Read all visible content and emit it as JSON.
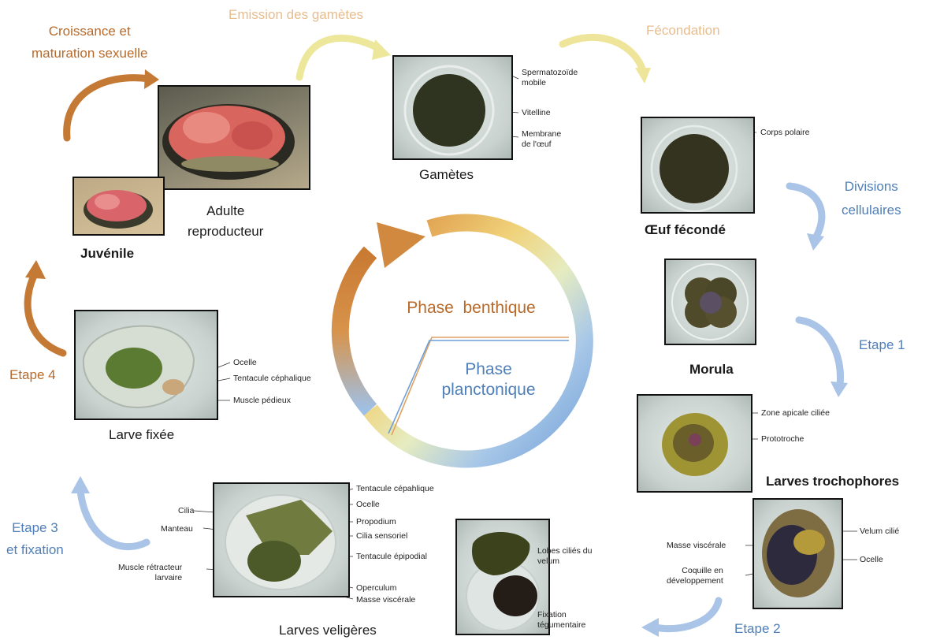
{
  "processes": {
    "croissance": "Croissance et\nmaturation sexuelle",
    "emission": "Emission des gamètes",
    "fecondation": "Fécondation",
    "divisions": "Divisions\ncellulaires",
    "etape1": "Etape 1",
    "etape2": "Etape 2",
    "etape3": "Etape 3\net fixation",
    "etape4": "Etape 4"
  },
  "phases": {
    "benthique": "Phase  benthique",
    "planctonique": "Phase\nplanctonique"
  },
  "stages": {
    "gametes": "Gamètes",
    "oeuf": "Œuf fécondé",
    "morula": "Morula",
    "trochophores": "Larves trochophores",
    "veligeres": "Larves veligères",
    "fixee": "Larve fixée",
    "juvenile": "Juvénile",
    "adulte": "Adulte\nreproducteur"
  },
  "annotations": {
    "gametes": [
      "Spermatozoïde\nmobile",
      "Vitelline",
      "Membrane\nde l'œuf"
    ],
    "oeuf": [
      "Corps polaire"
    ],
    "trochophore": [
      "Zone apicale ciliée",
      "Prototroche"
    ],
    "veligere_late": [
      "Velum cilié",
      "Masse viscérale",
      "Ocelle",
      "Coquille en\ndéveloppement"
    ],
    "veligere_mid": [
      "Lobes ciliés du\nvelum",
      "Fixation\ntégumentaire"
    ],
    "veligere_full": [
      "Tentacule cépahlique",
      "Ocelle",
      "Propodium",
      "Cilia sensoriel",
      "Tentacule épipodial",
      "Operculum",
      "Masse viscérale",
      "Cilia",
      "Manteau",
      "Muscle rétracteur\nlarvaire"
    ],
    "fixee": [
      "Ocelle",
      "Tentacule céphalique",
      "Muscle pédieux"
    ]
  },
  "colors": {
    "benthic": "#c47a35",
    "planktonic": "#7fa6d6",
    "gamete_arrow": "#e9e49a",
    "label_beige": "#e7bd8f",
    "label_blue": "#4f7fb8"
  }
}
